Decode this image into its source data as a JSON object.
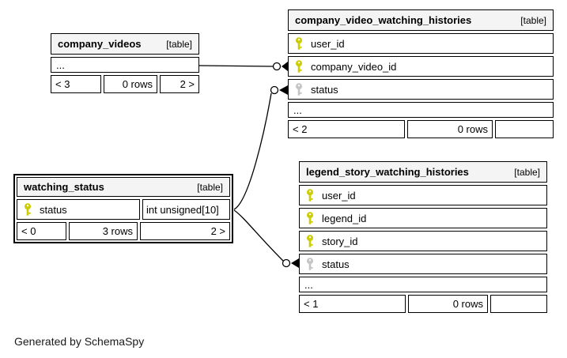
{
  "page": {
    "background": "#ffffff",
    "credit": "Generated by SchemaSpy"
  },
  "colors": {
    "header_bg": "#f4f4f4",
    "border": "#000000",
    "primary_key_icon": "#cccc00",
    "foreign_key_icon": "#c4c4c4"
  },
  "tables": {
    "company_videos": {
      "name": "company_videos",
      "type_label": "[table]",
      "ellipsis": "...",
      "stats": {
        "related_left": "< 3",
        "rows": "0 rows",
        "related_right": "2 >"
      }
    },
    "company_video_watching_histories": {
      "name": "company_video_watching_histories",
      "type_label": "[table]",
      "columns": [
        {
          "name": "user_id",
          "key": "PK"
        },
        {
          "name": "company_video_id",
          "key": "PK"
        },
        {
          "name": "status",
          "key": "FK"
        }
      ],
      "ellipsis": "...",
      "stats": {
        "related_left": "< 2",
        "rows": "0 rows",
        "related_right": ""
      }
    },
    "watching_status": {
      "name": "watching_status",
      "type_label": "[table]",
      "columns": [
        {
          "name": "status",
          "key": "PK",
          "type": "int unsigned[10]"
        }
      ],
      "stats": {
        "related_left": "< 0",
        "rows": "3 rows",
        "related_right": "2 >"
      }
    },
    "legend_story_watching_histories": {
      "name": "legend_story_watching_histories",
      "type_label": "[table]",
      "columns": [
        {
          "name": "user_id",
          "key": "PK"
        },
        {
          "name": "legend_id",
          "key": "PK"
        },
        {
          "name": "story_id",
          "key": "PK"
        },
        {
          "name": "status",
          "key": "FK"
        }
      ],
      "ellipsis": "...",
      "stats": {
        "related_left": "< 1",
        "rows": "0 rows",
        "related_right": ""
      }
    }
  },
  "relationships": [
    {
      "from": "company_videos",
      "to": "company_video_watching_histories.company_video_id"
    },
    {
      "from": "watching_status.status",
      "to": "company_video_watching_histories.status"
    },
    {
      "from": "watching_status.status",
      "to": "legend_story_watching_histories.status"
    }
  ]
}
